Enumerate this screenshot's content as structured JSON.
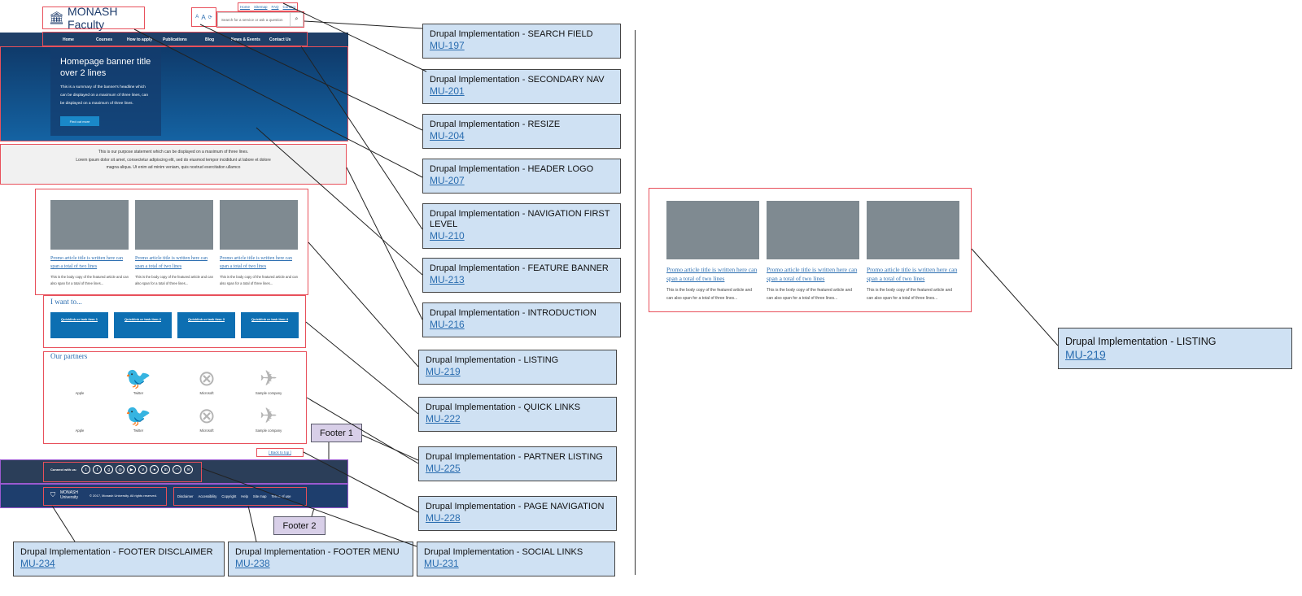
{
  "header": {
    "logo_text": "MONASH Faculty",
    "secondary_nav": [
      "Home",
      "Sitemap",
      "FAQ",
      "Contact"
    ],
    "resize": [
      "A",
      "A"
    ],
    "search_placeholder": "Search for a service or ask a question"
  },
  "nav": [
    "Home",
    "Courses",
    "How to apply",
    "Publications",
    "Blog",
    "News & Events",
    "Contact Us"
  ],
  "banner": {
    "title": "Homepage banner title over 2 lines",
    "summary": "This is a summary of the banner's headline which can be displayed on a maximum of three lines, can be displayed on a maximum of three lines.",
    "button": "Find out more"
  },
  "intro": {
    "line1": "This is our purpose statement which can be displayed on a maximum of three lines.",
    "line2": "Lorem ipsum dolor sit amet, consectetur adipiscing elit, sed do eiusmod tempor incididunt ut labore et dolore",
    "line3": "magna aliqua. Ut enim ad minim veniam, quis nostrud exercitation ullamco"
  },
  "promo": {
    "title": "Promo article title is written here can span a total of two lines",
    "body": "This is the body copy of the featured article and can also span for a total of three lines..."
  },
  "quick_links": {
    "title": "I want to...",
    "items": [
      "Quicklink or task item 1",
      "Quicklink or task item 2",
      "Quicklink or task item 3",
      "Quicklink or task item 4"
    ]
  },
  "partners": {
    "title": "Our partners",
    "items": [
      "Apple",
      "Twitter",
      "Microsoft",
      "Sample company",
      "Apple",
      "Twitter",
      "Microsoft",
      "Sample company"
    ]
  },
  "back_to_top": "[ Back to top ]",
  "social": {
    "label": "Connect with us:"
  },
  "footer": {
    "university": "MONASH University",
    "disclaimer": "© 2017, Monash University. All rights reserved.",
    "menu": [
      "Disclaimer",
      "Accessibility",
      "Copyright",
      "Help",
      "Site map",
      "Terms of use"
    ]
  },
  "notes": {
    "footer1": "Footer 1",
    "footer2": "Footer 2"
  },
  "annotations": [
    {
      "title": "Drupal Implementation - SEARCH FIELD",
      "ticket": "MU-197"
    },
    {
      "title": "Drupal Implementation - SECONDARY NAV",
      "ticket": "MU-201"
    },
    {
      "title": "Drupal Implementation - RESIZE",
      "ticket": "MU-204"
    },
    {
      "title": "Drupal Implementation - HEADER LOGO",
      "ticket": "MU-207"
    },
    {
      "title": "Drupal Implementation - NAVIGATION FIRST LEVEL",
      "ticket": "MU-210"
    },
    {
      "title": "Drupal Implementation - FEATURE BANNER",
      "ticket": "MU-213"
    },
    {
      "title": "Drupal Implementation - INTRODUCTION",
      "ticket": "MU-216"
    },
    {
      "title": "Drupal Implementation - LISTING",
      "ticket": "MU-219"
    },
    {
      "title": "Drupal Implementation - QUICK LINKS",
      "ticket": "MU-222"
    },
    {
      "title": "Drupal Implementation - PARTNER LISTING",
      "ticket": "MU-225"
    },
    {
      "title": "Drupal Implementation - PAGE NAVIGATION",
      "ticket": "MU-228"
    },
    {
      "title": "Drupal Implementation - SOCIAL LINKS",
      "ticket": "MU-231"
    },
    {
      "title": "Drupal Implementation - FOOTER DISCLAIMER",
      "ticket": "MU-234"
    },
    {
      "title": "Drupal Implementation - FOOTER MENU",
      "ticket": "MU-238"
    },
    {
      "title": "Drupal Implementation - LISTING",
      "ticket": "MU-219"
    }
  ],
  "colors": {
    "highlight": "#e8505b",
    "label_bg": "#cfe1f3",
    "nav_bg": "#1f3f68",
    "link": "#2a6db0"
  }
}
